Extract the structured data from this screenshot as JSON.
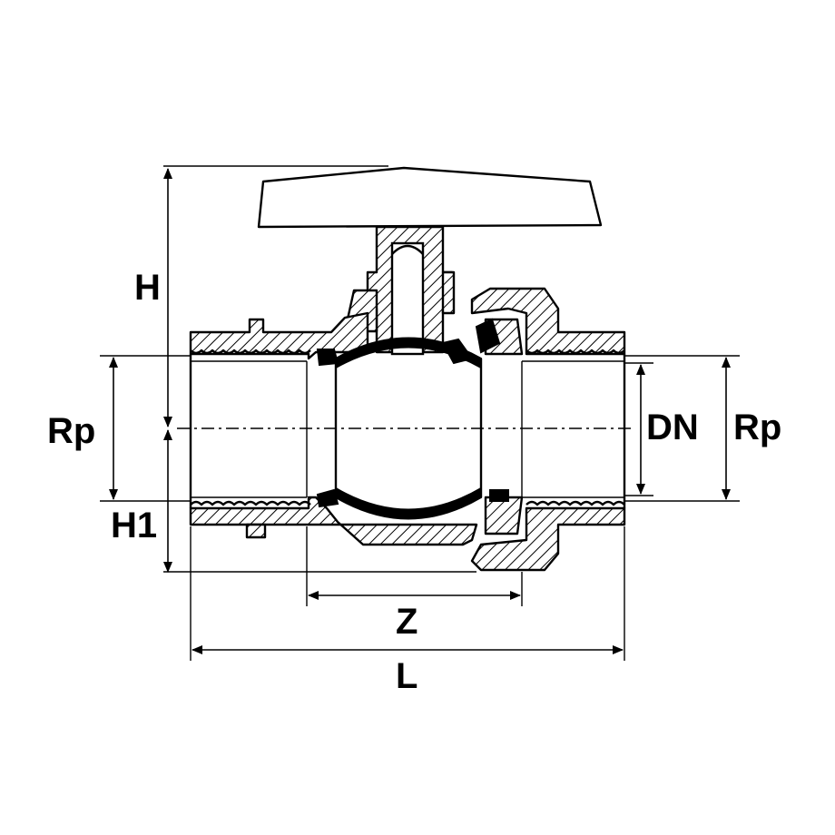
{
  "diagram": {
    "labels": {
      "h": "H",
      "h1": "H1",
      "rp_left": "Rp",
      "rp_right": "Rp",
      "dn": "DN",
      "z": "Z",
      "l": "L"
    },
    "colors": {
      "line": "#000000",
      "background": "#ffffff"
    }
  }
}
